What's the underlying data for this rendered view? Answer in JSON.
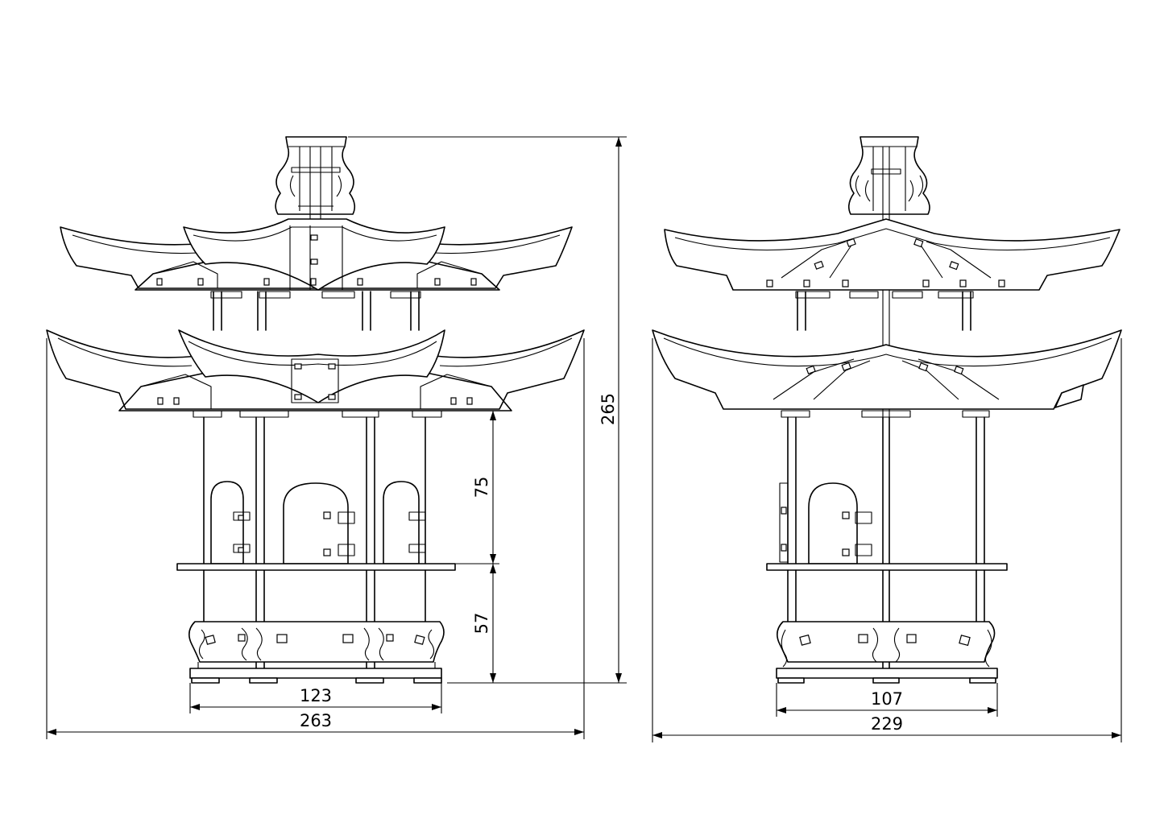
{
  "dimensions": {
    "front_view": {
      "overall_height": "265",
      "upper_section_height": "75",
      "lower_section_height": "57",
      "base_width": "123",
      "overall_width": "263"
    },
    "side_view": {
      "base_width": "107",
      "overall_width": "229"
    }
  },
  "colors": {
    "line": "#000000",
    "background": "#ffffff"
  }
}
